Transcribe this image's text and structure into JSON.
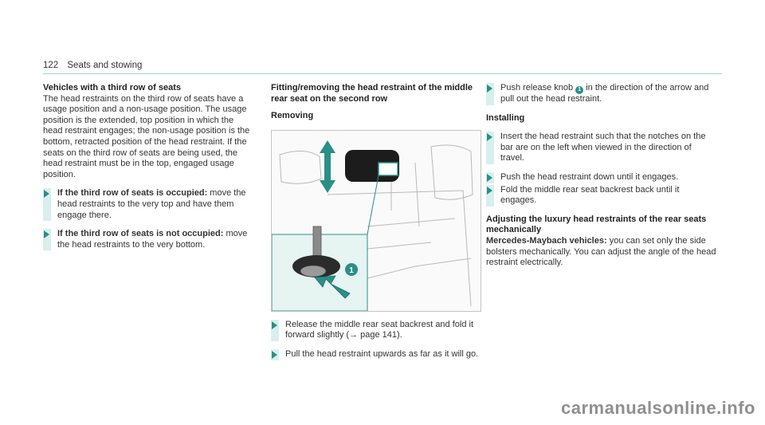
{
  "header": {
    "page_number": "122",
    "section": "Seats and stowing"
  },
  "col1": {
    "title": "Vehicles with a third row of seats",
    "intro": "The head restraints on the third row of seats have a usage position and a non-usage position. The usage position is the extended, top position in which the head restraint engages; the non-usage position is the bottom, retracted position of the head restraint. If the seats on the third row of seats are being used, the head restraint must be in the top, engaged usage position.",
    "step1_lead": "If the third row of seats is occupied:",
    "step1_text": " move the head restraints to the very top and have them engage there.",
    "step2_lead": "If the third row of seats is not occupied:",
    "step2_text": " move the head restraints to the very bottom."
  },
  "col2": {
    "title": "Fitting/removing the head restraint of the middle rear seat on the second row",
    "subtitle": "Removing",
    "callout": "1",
    "step1": "Release the middle rear seat backrest and fold it forward slightly (→ page 141).",
    "step2": "Pull the head restraint upwards as far as it will go."
  },
  "col3": {
    "step1_a": "Push release knob ",
    "step1_knob": "1",
    "step1_b": " in the direction of the arrow and pull out the head restraint.",
    "installing": "Installing",
    "step2": "Insert the head restraint such that the notches on the bar are on the left when viewed in the direction of travel.",
    "step3": "Push the head restraint down until it engages.",
    "step4": "Fold the middle rear seat backrest back until it engages.",
    "adj_title": "Adjusting the luxury head restraints of the rear seats mechanically",
    "adj_lead": "Mercedes-Maybach vehicles:",
    "adj_text": " you can set only the side bolsters mechanically. You can adjust the angle of the head restraint electrically."
  },
  "watermark": "carmanualsonline.info",
  "colors": {
    "accent": "#2a8f88",
    "bar": "#d7efed",
    "rule": "#9fd3cf"
  }
}
